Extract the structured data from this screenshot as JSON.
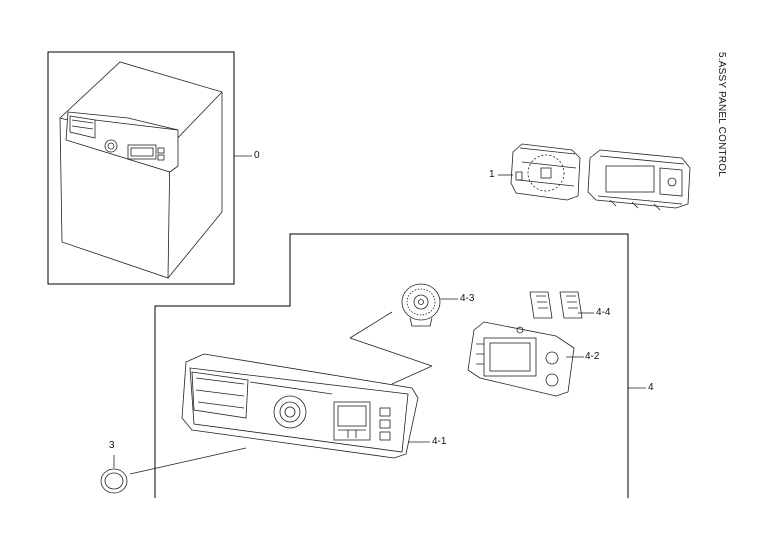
{
  "title": "5.ASSY PANEL CONTROL",
  "callouts": {
    "part_0": "0",
    "part_1": "1",
    "part_3": "3",
    "part_4": "4",
    "part_4_1": "4-1",
    "part_4_2": "4-2",
    "part_4_3": "4-3",
    "part_4_4": "4-4"
  },
  "colors": {
    "line": "#222222",
    "frame": "#000000",
    "background": "#ffffff"
  }
}
